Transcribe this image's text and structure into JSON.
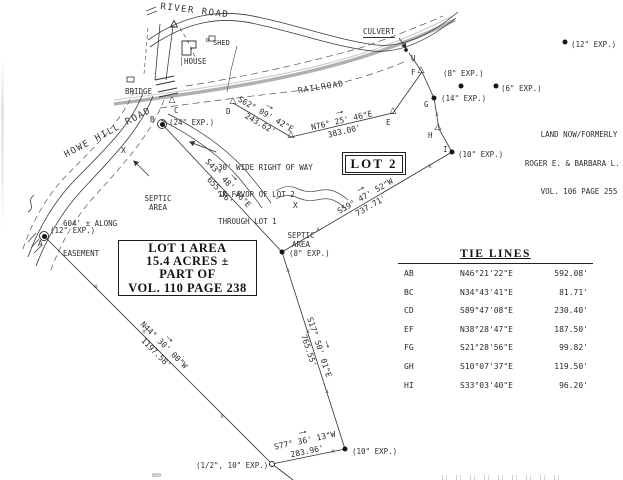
{
  "roads": {
    "river_road": "RIVER ROAD",
    "howe_hill_road": "HOWE HILL ROAD",
    "railroad": "RAILROAD",
    "bridge": "BRIDGE",
    "culvert": "CULVERT"
  },
  "buildings": {
    "house": "HOUSE",
    "shed": "SHED"
  },
  "lot1_box": {
    "lines": [
      "LOT 1 AREA",
      "15.4 ACRES ±",
      "PART OF",
      "VOL. 110 PAGE 238"
    ]
  },
  "lot2_label": "LOT 2",
  "owner_note": {
    "lines": [
      "LAND NOW/FORMERLY",
      "ROGER E. & BARBARA L. HA",
      "VOL. 106 PAGE 255"
    ]
  },
  "notes": {
    "right_of_way": [
      "30' WIDE RIGHT OF WAY",
      "IN FAVOR OF LOT 2",
      "THROUGH LOT 1"
    ],
    "easement": [
      "604' ± ALONG",
      "EASEMENT"
    ],
    "septic": [
      "SEPTIC",
      "AREA"
    ],
    "septic_mark": "X",
    "contour": "800"
  },
  "bearings": [
    {
      "id": "DE",
      "bearing": "S62° 09' 42\"E",
      "distance": "243.62'"
    },
    {
      "id": "E76",
      "bearing": "N76° 25' 46\"E",
      "distance": "383.00'"
    },
    {
      "id": "S43",
      "bearing": "S43° 48' 36\"E",
      "distance": "655.56'"
    },
    {
      "id": "S59",
      "bearing": "S59° 47' 52\"W",
      "distance": "737.71'"
    },
    {
      "id": "S17",
      "bearing": "S17° 50' 01\"E",
      "distance": "765.55'"
    },
    {
      "id": "S77",
      "bearing": "S77° 36' 13\"W",
      "distance": "283.96'"
    },
    {
      "id": "N44",
      "bearing": "N44° 30' 00\"W",
      "distance": "1197.58'"
    }
  ],
  "monuments": [
    {
      "id": "A",
      "letter": "A",
      "exp": "(12\" EXP.)"
    },
    {
      "id": "B",
      "letter": "B",
      "exp": "(24\" EXP.)"
    },
    {
      "id": "C",
      "letter": "C",
      "exp": ""
    },
    {
      "id": "D",
      "letter": "D",
      "exp": ""
    },
    {
      "id": "DEmid",
      "letter": "",
      "exp": ""
    },
    {
      "id": "E",
      "letter": "E",
      "exp": ""
    },
    {
      "id": "F",
      "letter": "F",
      "exp": ""
    },
    {
      "id": "U",
      "letter": "U",
      "exp": ""
    },
    {
      "id": "G",
      "letter": "G",
      "exp": "(14\" EXP.)"
    },
    {
      "id": "H",
      "letter": "H",
      "exp": ""
    },
    {
      "id": "I",
      "letter": "I",
      "exp": "(10\" EXP.)"
    },
    {
      "id": "P8",
      "letter": "",
      "exp": "(8\" EXP.)"
    },
    {
      "id": "P10",
      "letter": "",
      "exp": "(10\" EXP.)"
    },
    {
      "id": "PHALF",
      "letter": "",
      "exp": "(1/2\", 10\" EXP.)"
    },
    {
      "id": "ISO12",
      "letter": "",
      "exp": "(12\" EXP.)"
    },
    {
      "id": "ISO8",
      "letter": "",
      "exp": "(8\" EXP.)"
    },
    {
      "id": "ISO6",
      "letter": "",
      "exp": "(6\" EXP.)"
    }
  ],
  "tie_lines_table": {
    "title": "TIE LINES",
    "rows": [
      {
        "id": "AB",
        "bearing": "N46°21'22\"E",
        "distance": "592.08'"
      },
      {
        "id": "BC",
        "bearing": "N34°43'41\"E",
        "distance": "81.71'"
      },
      {
        "id": "CD",
        "bearing": "S89°47'08\"E",
        "distance": "230.40'"
      },
      {
        "id": "EF",
        "bearing": "N38°28'47\"E",
        "distance": "187.50'"
      },
      {
        "id": "FG",
        "bearing": "S21°28'56\"E",
        "distance": "99.82'"
      },
      {
        "id": "GH",
        "bearing": "S10°07'37\"E",
        "distance": "119.50'"
      },
      {
        "id": "HI",
        "bearing": "S33°03'40\"E",
        "distance": "96.20'"
      }
    ]
  }
}
